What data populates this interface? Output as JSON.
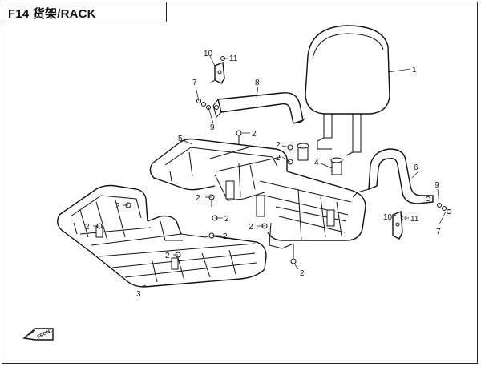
{
  "title": "F14 货架/RACK",
  "callouts": [
    {
      "label": "1"
    },
    {
      "label": "2"
    },
    {
      "label": "3"
    },
    {
      "label": "4"
    },
    {
      "label": "5"
    },
    {
      "label": "6"
    },
    {
      "label": "7"
    },
    {
      "label": "8"
    },
    {
      "label": "9"
    },
    {
      "label": "10"
    },
    {
      "label": "11"
    }
  ],
  "forward_label": "FRONT",
  "colors": {
    "line": "#111111",
    "background": "#ffffff"
  }
}
